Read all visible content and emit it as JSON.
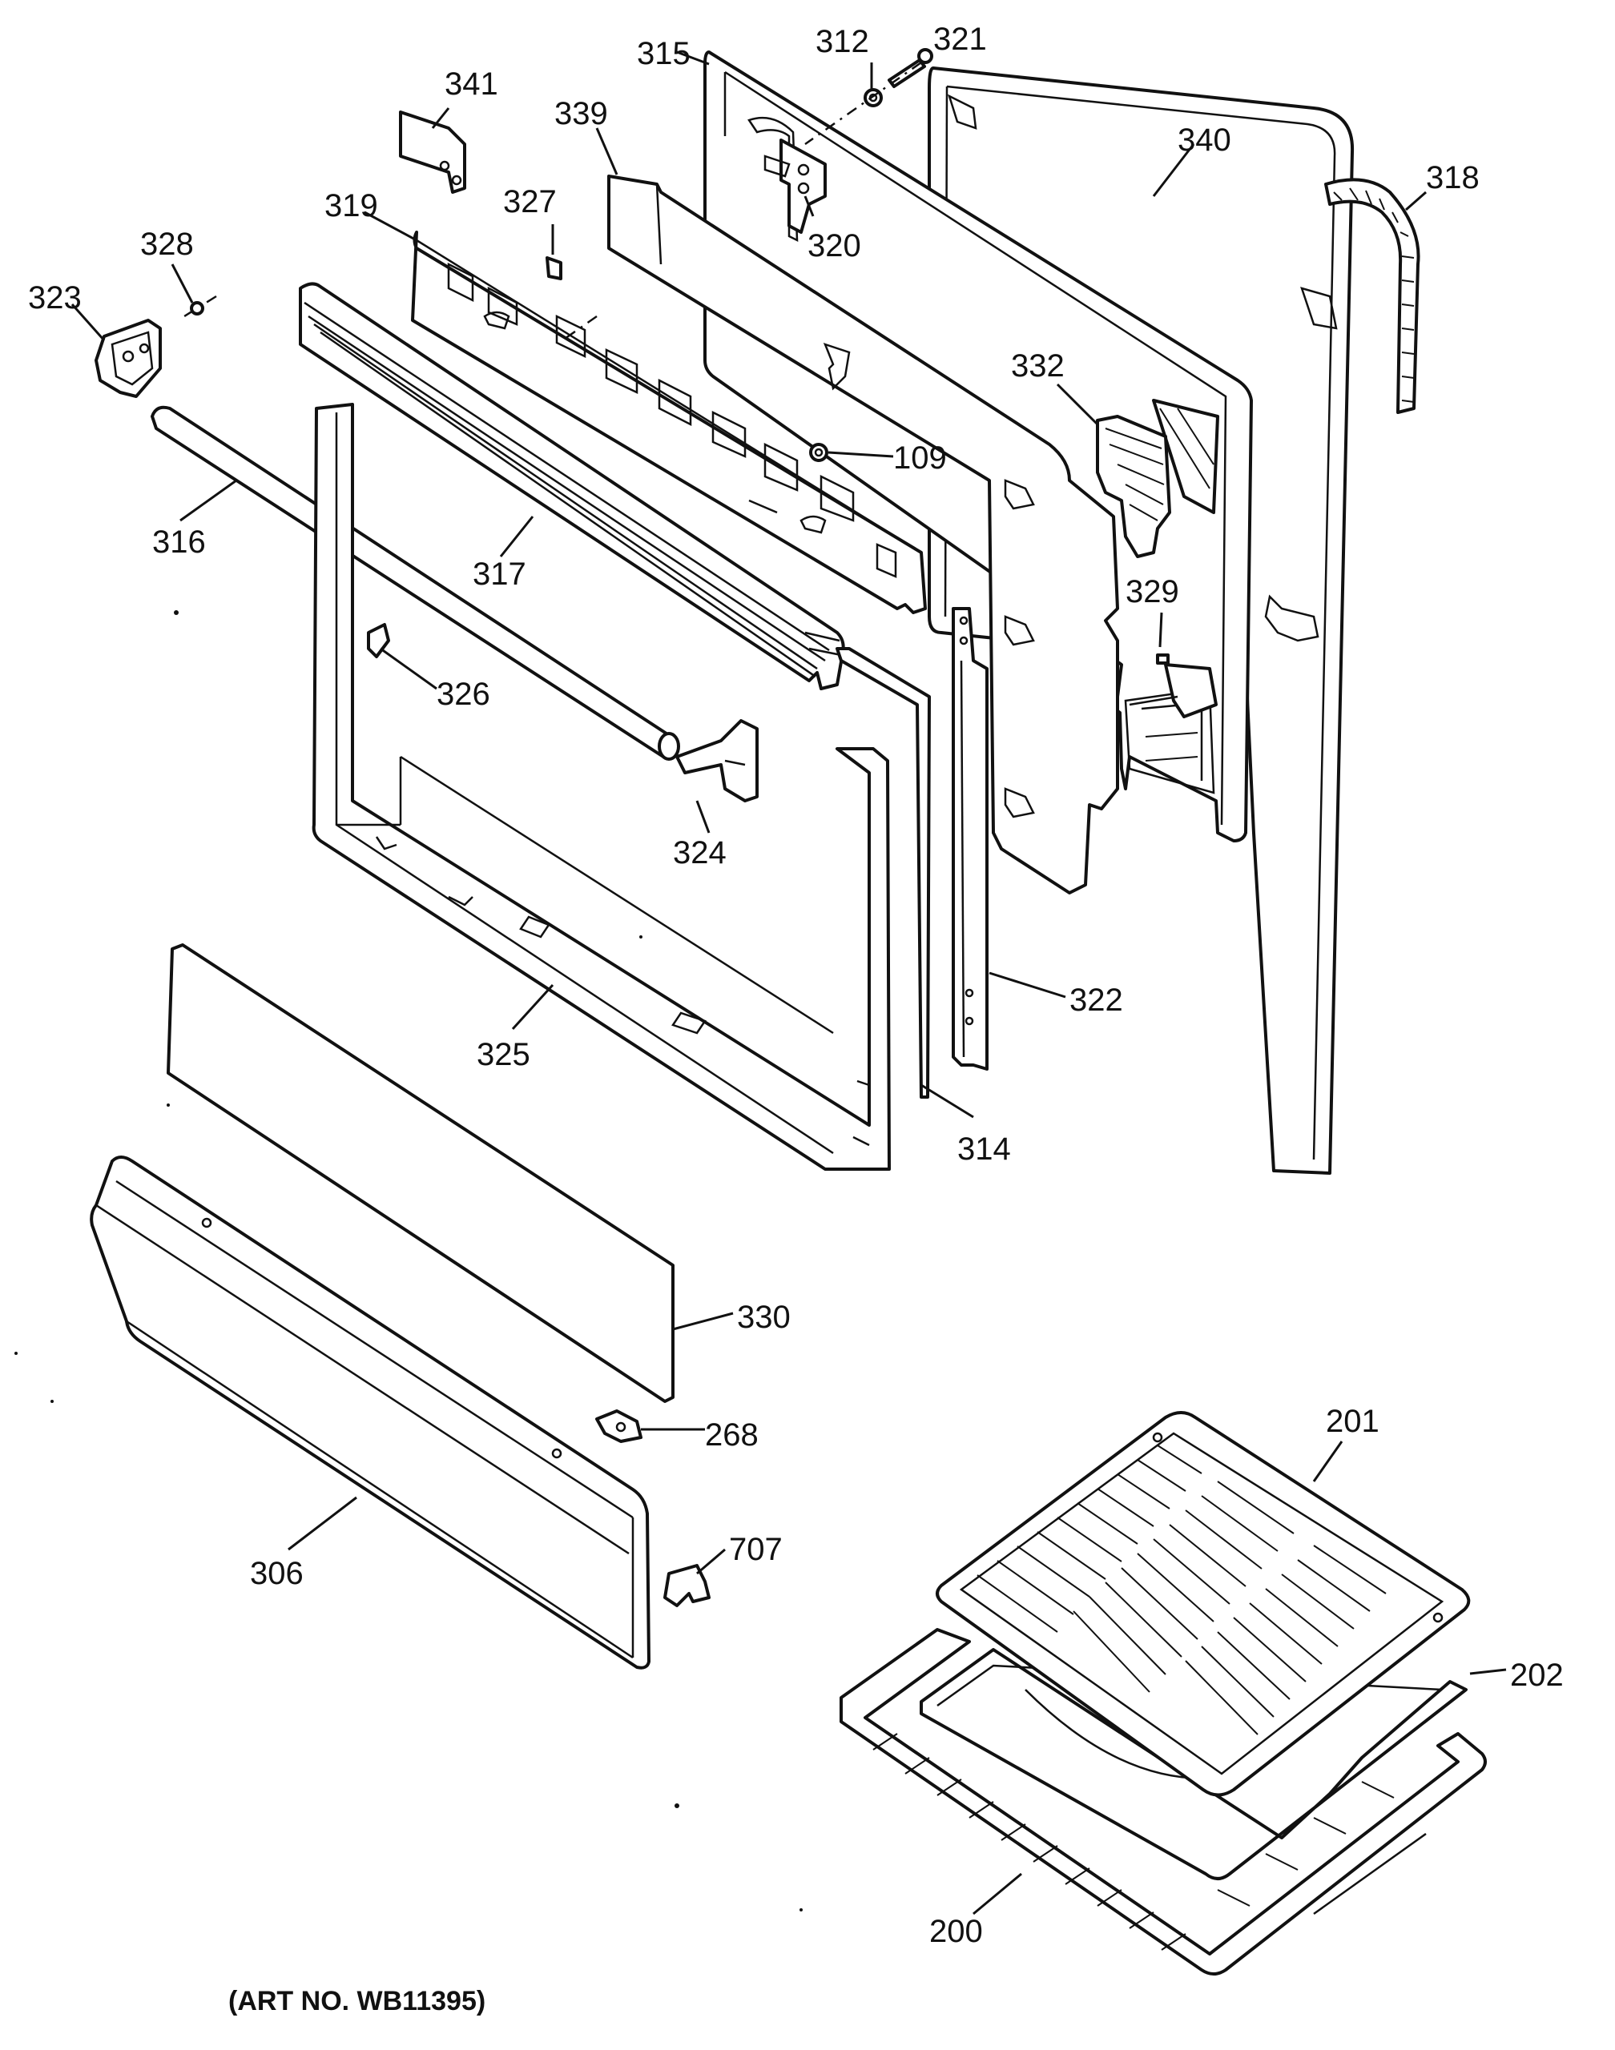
{
  "art_number": "(ART NO. WB11395)",
  "callouts": {
    "c341": "341",
    "c339": "339",
    "c315": "315",
    "c312": "312",
    "c321": "321",
    "c340": "340",
    "c318": "318",
    "c319": "319",
    "c327": "327",
    "c320": "320",
    "c328": "328",
    "c323": "323",
    "c332": "332",
    "c109": "109",
    "c316": "316",
    "c317": "317",
    "c329": "329",
    "c326": "326",
    "c324": "324",
    "c322": "322",
    "c325": "325",
    "c314": "314",
    "c330": "330",
    "c268": "268",
    "c306": "306",
    "c707": "707",
    "c201": "201",
    "c202": "202",
    "c200": "200"
  }
}
